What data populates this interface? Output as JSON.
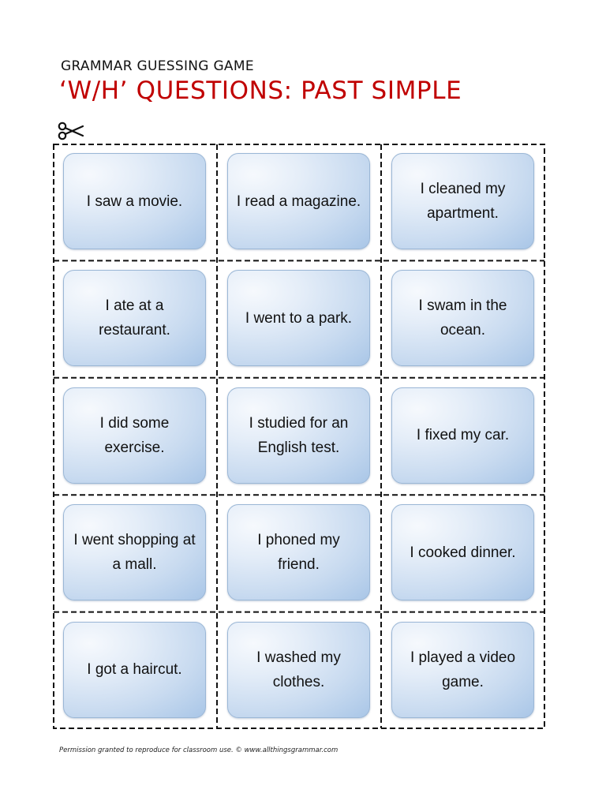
{
  "header": {
    "subtitle": "GRAMMAR GUESSING GAME",
    "title": "‘W/H’ QUESTIONS: PAST SIMPLE"
  },
  "cards": [
    "I saw a movie.",
    "I read a magazine.",
    "I cleaned my apartment.",
    "I ate at a restaurant.",
    "I went to a park.",
    "I swam in the ocean.",
    "I did some exercise.",
    "I studied for an English test.",
    "I fixed my car.",
    "I went shopping at a mall.",
    "I phoned my friend.",
    "I cooked dinner.",
    "I got a haircut.",
    "I washed my clothes.",
    "I played a video game."
  ],
  "footer": {
    "text": "Permission granted to reproduce for classroom use.  © www.allthingsgrammar.com"
  },
  "colors": {
    "title": "#c00000",
    "card_fill": "#c9dbf0",
    "card_border": "#9bb7d6",
    "cut_line": "#111111"
  },
  "icons": {
    "cut_marker": "scissors-icon"
  }
}
